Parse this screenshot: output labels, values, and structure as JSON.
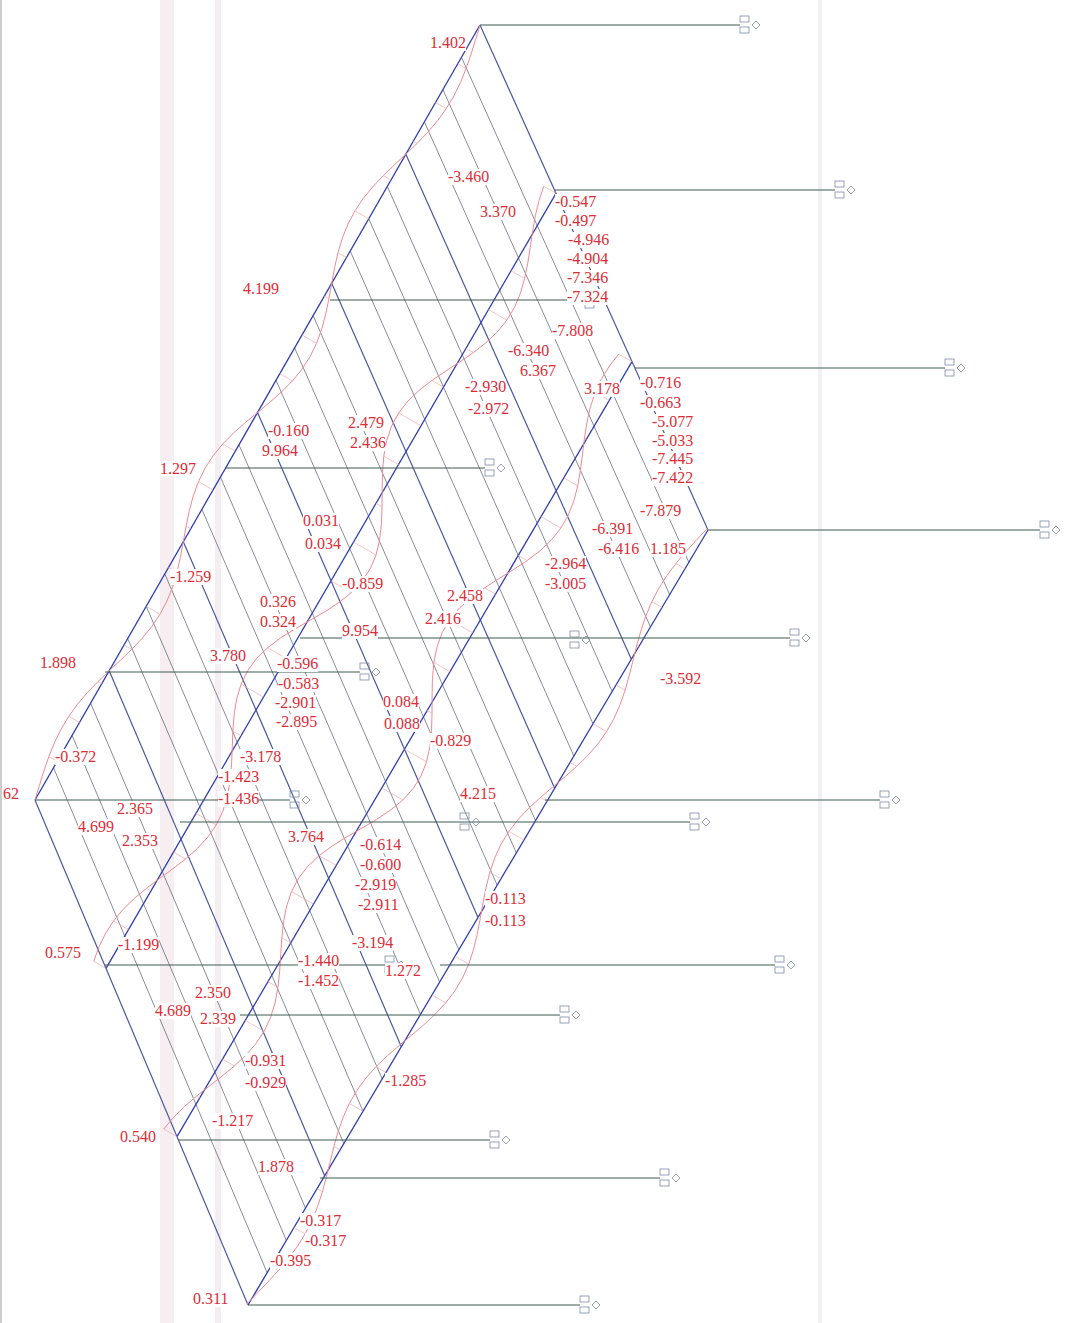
{
  "diagram": {
    "labels": [
      "1.402",
      "-3.460",
      "3.370",
      "-0.547",
      "-0.497",
      "-4.946",
      "-4.904",
      "-7.346",
      "-7.324",
      "4.199",
      "-7.808",
      "-6.340",
      "6.367",
      "-2.930",
      "3.178",
      "-0.716",
      "-2.972",
      "-0.663",
      "-5.077",
      "-5.033",
      "-7.445",
      "-7.422",
      "-0.160",
      "2.479",
      "9.964",
      "2.436",
      "1.297",
      "-7.879",
      "0.031",
      "-6.391",
      "0.034",
      "-2.964",
      "-6.416",
      "1.185",
      "-1.259",
      "-0.859",
      "-3.005",
      "0.326",
      "2.458",
      "0.324",
      "9.954",
      "2.416",
      "1.898",
      "3.780",
      "-0.596",
      "-3.592",
      "-0.583",
      "-2.901",
      "0.084",
      "-2.895",
      "0.088",
      "-0.829",
      "-0.372",
      "-3.178",
      "-1.423",
      "62",
      "-1.436",
      "4.215",
      "2.365",
      "4.699",
      "2.353",
      "3.764",
      "-0.614",
      "-0.600",
      "-2.919",
      "-0.113",
      "-2.911",
      "-0.113",
      "0.575",
      "-1.199",
      "-3.194",
      "-1.440",
      "1.272",
      "-1.452",
      "2.350",
      "4.689",
      "2.339",
      "-0.931",
      "-1.285",
      "-0.929",
      "0.540",
      "-1.217",
      "1.878",
      "-0.317",
      "-0.317",
      "-0.395",
      "0.311"
    ]
  }
}
